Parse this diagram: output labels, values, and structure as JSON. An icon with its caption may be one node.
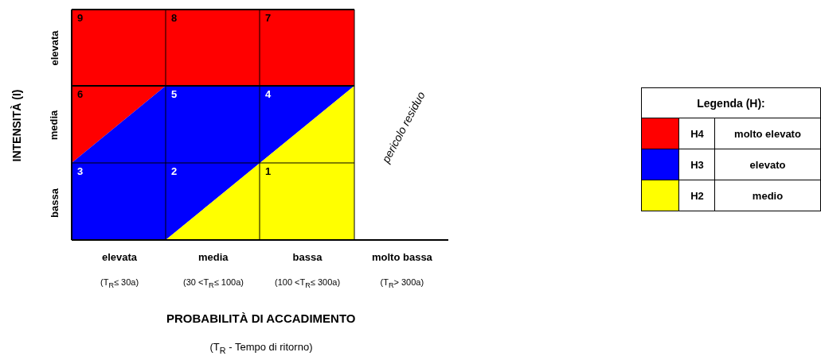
{
  "diagram": {
    "labels": [
      "INTENSITÀ (I)",
      "elevata",
      "media",
      "bassa",
      "9",
      "8",
      "7",
      "6",
      "5",
      "4",
      "3",
      "2",
      "1",
      "pericolo residuo",
      "elevata",
      "media",
      "bassa",
      "molto bassa",
      "(T$_{R}$≤ 30a)",
      "(30 <T$_{R}$≤ 100a)",
      "(100 <T$_{R}$≤ 300a)",
      "(T$_{R}$> 300a)",
      "PROBABILITÀ DI ACCADIMENTO",
      "(T$_{R}$ - Tempo di ritorno)",
      "Legenda (H):",
      "H4",
      "H3",
      "H2"
    ],
    "legend": [
      {
        "text": "molto elevato",
        "color": "#ff0000"
      },
      {
        "text": "elevato",
        "color": "#0000ff"
      },
      {
        "text": "medio",
        "color": "#ffff00"
      }
    ]
  }
}
